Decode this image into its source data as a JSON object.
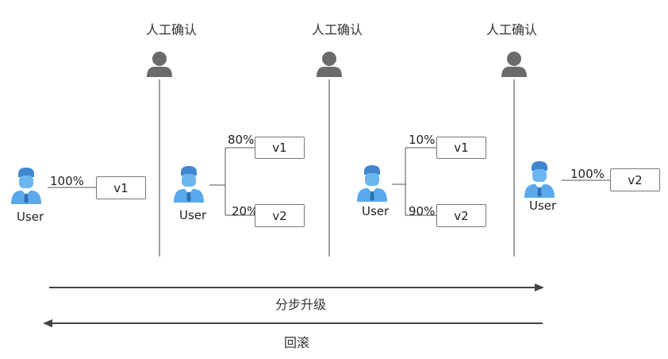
{
  "approval_label": "人工确认",
  "user_label": "User",
  "stages": [
    {
      "routes": [
        {
          "percent": "100%",
          "version": "v1"
        }
      ]
    },
    {
      "routes": [
        {
          "percent": "80%",
          "version": "v1"
        },
        {
          "percent": "20%",
          "version": "v2"
        }
      ]
    },
    {
      "routes": [
        {
          "percent": "10%",
          "version": "v1"
        },
        {
          "percent": "90%",
          "version": "v2"
        }
      ]
    },
    {
      "routes": [
        {
          "percent": "100%",
          "version": "v2"
        }
      ]
    }
  ],
  "forward_label": "分步升级",
  "rollback_label": "回滚",
  "colors": {
    "user_blue": "#5aa9ec",
    "user_dark": "#2f6fb0",
    "approver_gray": "#6b6b6b",
    "line": "#555555",
    "arrow": "#444444"
  }
}
